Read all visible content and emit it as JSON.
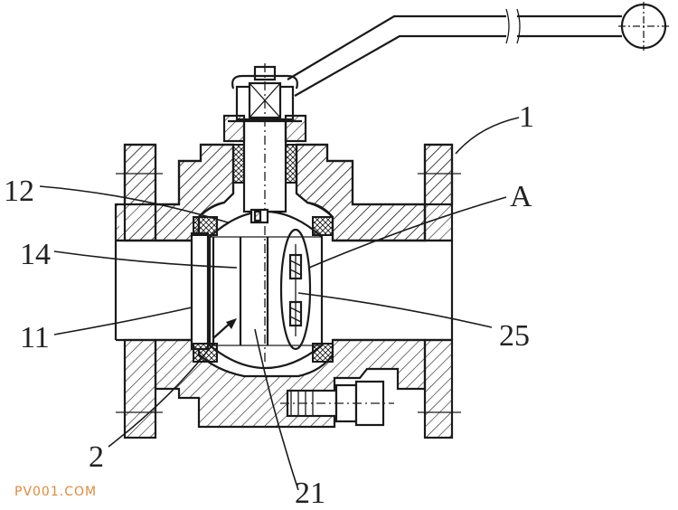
{
  "labels": {
    "l1": "1",
    "lA": "A",
    "l12": "12",
    "l14": "14",
    "l11": "11",
    "l25": "25",
    "l2": "2",
    "l21": "21"
  },
  "watermark": "PV001.COM",
  "colors": {
    "line": "#1a1a1a",
    "watermark": "#e08a3c",
    "background": "#ffffff"
  }
}
